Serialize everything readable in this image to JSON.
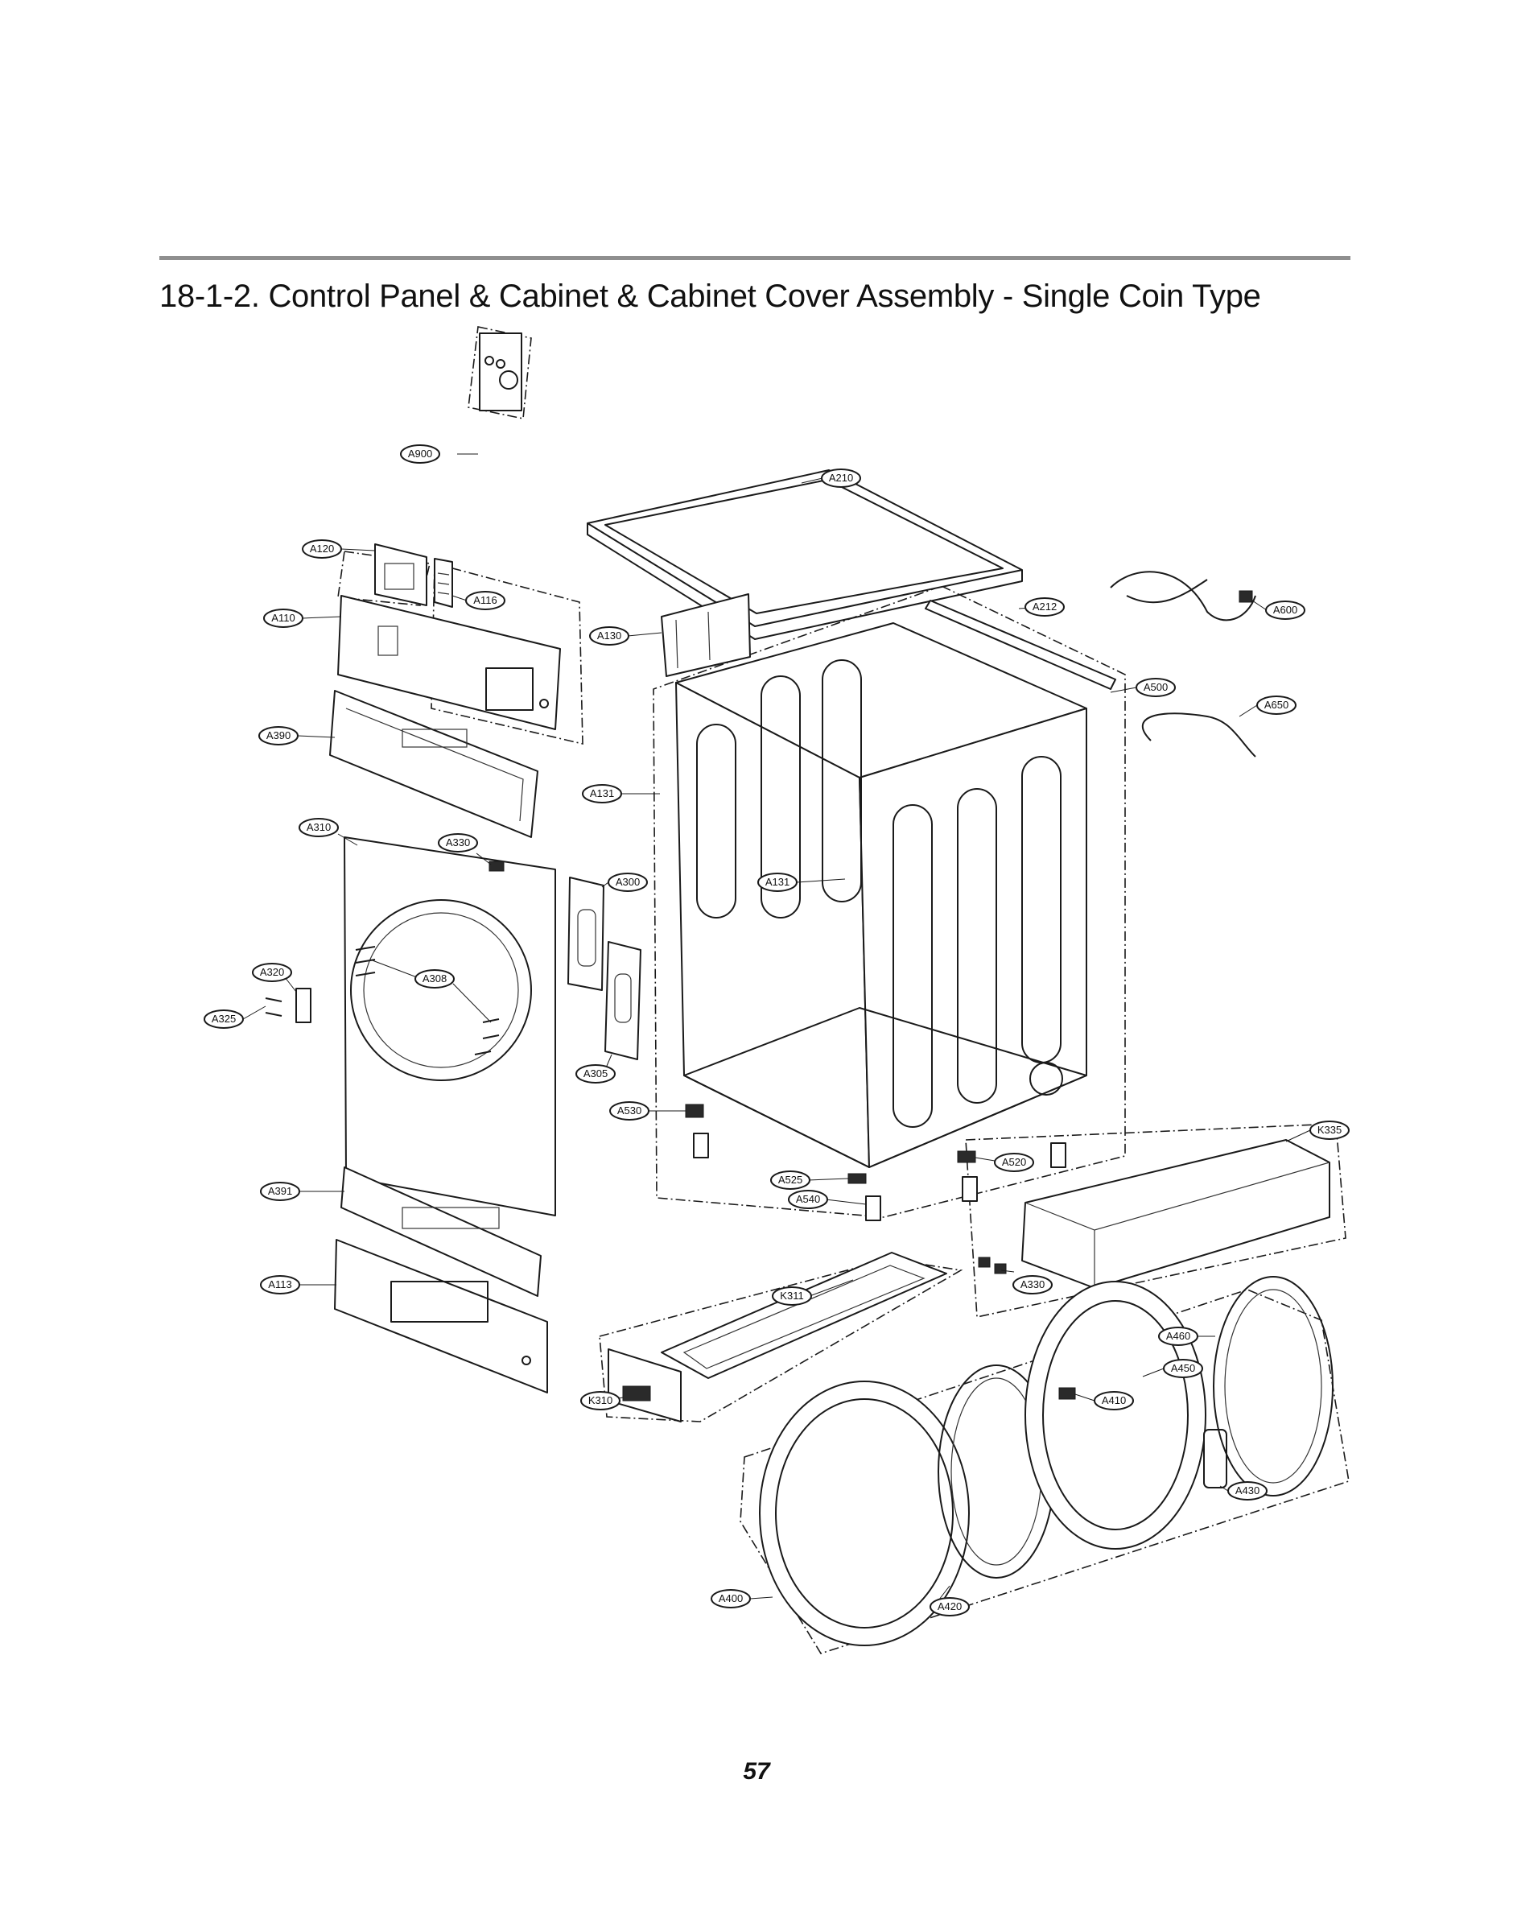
{
  "header": {
    "title": "18-1-2. Control Panel & Cabinet & Cabinet Cover Assembly - Single Coin Type"
  },
  "diagram": {
    "callouts": {
      "a900": "A900",
      "a210": "A210",
      "a120": "A120",
      "a116": "A116",
      "a110": "A110",
      "a130": "A130",
      "a212": "A212",
      "a600": "A600",
      "a500": "A500",
      "a650": "A650",
      "a390": "A390",
      "a131_left": "A131",
      "a131_right": "A131",
      "a310": "A310",
      "a330_top": "A330",
      "a300": "A300",
      "a320": "A320",
      "a308": "A308",
      "a325": "A325",
      "a305": "A305",
      "a530": "A530",
      "k335": "K335",
      "a520": "A520",
      "a525": "A525",
      "a540": "A540",
      "a391": "A391",
      "a330_bottom": "A330",
      "a113": "A113",
      "k311": "K311",
      "a460": "A460",
      "a450": "A450",
      "a410": "A410",
      "k310": "K310",
      "a430": "A430",
      "a400": "A400",
      "a420": "A420"
    }
  },
  "footer": {
    "page_number": "57"
  }
}
